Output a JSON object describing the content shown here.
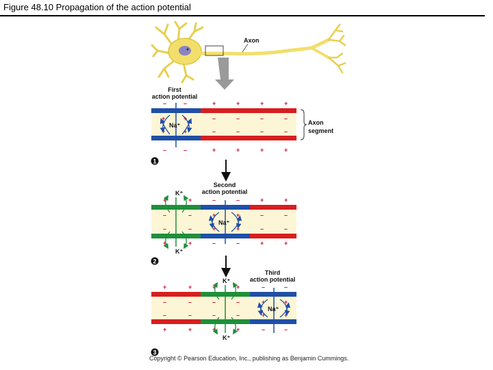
{
  "figure_title": "Figure 48.10 Propagation of the action potential",
  "neuron": {
    "axon_label": "Axon"
  },
  "axon_segment_label": [
    "Axon",
    "segment"
  ],
  "ions": {
    "sodium": "Na⁺",
    "potassium": "K⁺"
  },
  "signs": {
    "plus": "+",
    "minus": "–"
  },
  "steps": [
    {
      "number": "1",
      "title": [
        "First",
        "action potential"
      ]
    },
    {
      "number": "2",
      "title": [
        "Second",
        "action potential"
      ]
    },
    {
      "number": "3",
      "title": [
        "Third",
        "action potential"
      ]
    }
  ],
  "colors": {
    "resting": "#d81e1e",
    "depolarized": "#1f4fa8",
    "repolarizing": "#1f8f3a",
    "axoplasm": "#fdf6d6",
    "neuron": "#f2df6b",
    "nucleus": "#8a84c2",
    "ion_arrow_na": "#1f4fa8",
    "ion_arrow_k": "#1f8f3a",
    "signs": "#c8102e"
  },
  "copyright": "Copyright © Pearson Education, Inc., publishing as Benjamin Cummings."
}
